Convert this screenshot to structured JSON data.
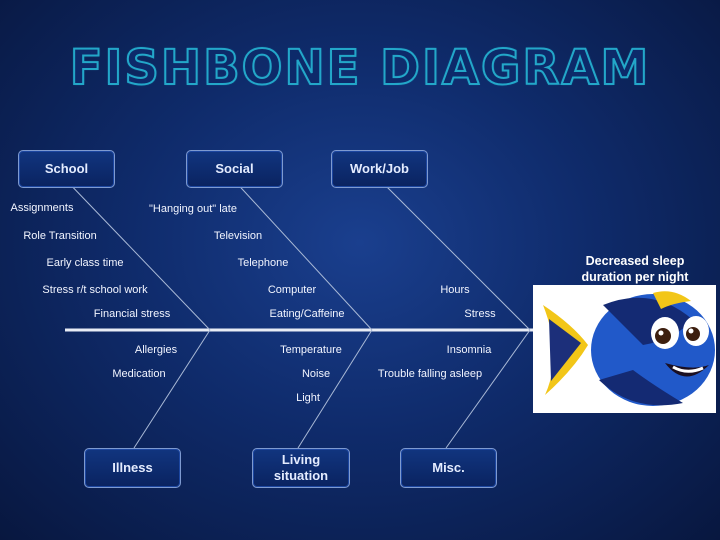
{
  "title": "FISHBONE DIAGRAM",
  "categories": {
    "school": "School",
    "social": "Social",
    "work_job": "Work/Job",
    "illness": "Illness",
    "living_situation": "Living situation",
    "misc": "Misc."
  },
  "causes": {
    "assignments": "Assignments",
    "role_transition": "Role Transition",
    "early_class_time": "Early class time",
    "stress_rt_school_work": "Stress r/t school work",
    "financial_stress": "Financial stress",
    "hanging_out_late": "\"Hanging out\" late",
    "television": "Television",
    "telephone": "Telephone",
    "computer": "Computer",
    "eating_caffeine": "Eating/Caffeine",
    "hours": "Hours",
    "stress": "Stress",
    "allergies": "Allergies",
    "medication": "Medication",
    "temperature": "Temperature",
    "noise": "Noise",
    "light": "Light",
    "insomnia": "Insomnia",
    "trouble_falling_asleep": "Trouble falling asleep"
  },
  "effect": "Decreased sleep duration per night",
  "colors": {
    "title_outline": "#23a7c9",
    "box_fill": "#0e2d70",
    "line": "#a9b9d6",
    "spine": "#e8ecf5"
  }
}
